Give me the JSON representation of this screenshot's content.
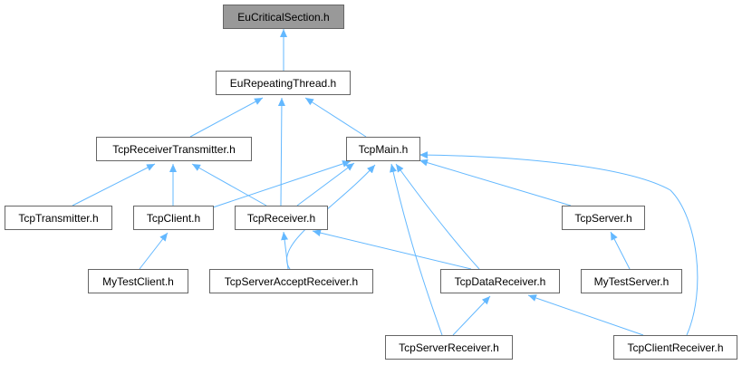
{
  "graph": {
    "edge_color": "#63b8ff",
    "root_fill": "#999999",
    "node_fill": "#ffffff",
    "node_border": "#666666",
    "nodes": [
      {
        "id": "eucs",
        "label": "EuCriticalSection.h",
        "root": true
      },
      {
        "id": "eurt",
        "label": "EuRepeatingThread.h"
      },
      {
        "id": "tcprt",
        "label": "TcpReceiverTransmitter.h"
      },
      {
        "id": "tcpm",
        "label": "TcpMain.h"
      },
      {
        "id": "tcpt",
        "label": "TcpTransmitter.h"
      },
      {
        "id": "tcpc",
        "label": "TcpClient.h"
      },
      {
        "id": "tcpr",
        "label": "TcpReceiver.h"
      },
      {
        "id": "tcps",
        "label": "TcpServer.h"
      },
      {
        "id": "mtc",
        "label": "MyTestClient.h"
      },
      {
        "id": "tsar",
        "label": "TcpServerAcceptReceiver.h"
      },
      {
        "id": "tdr",
        "label": "TcpDataReceiver.h"
      },
      {
        "id": "mts",
        "label": "MyTestServer.h"
      },
      {
        "id": "tsr",
        "label": "TcpServerReceiver.h"
      },
      {
        "id": "tcr",
        "label": "TcpClientReceiver.h"
      }
    ],
    "edges": [
      {
        "from": "eurt",
        "to": "eucs"
      },
      {
        "from": "tcprt",
        "to": "eurt"
      },
      {
        "from": "tcpr",
        "to": "eurt"
      },
      {
        "from": "tcpm",
        "to": "eurt"
      },
      {
        "from": "tcpt",
        "to": "tcprt"
      },
      {
        "from": "tcpc",
        "to": "tcprt"
      },
      {
        "from": "tcpr",
        "to": "tcprt"
      },
      {
        "from": "tcpc",
        "to": "tcpm"
      },
      {
        "from": "tcpr",
        "to": "tcpm"
      },
      {
        "from": "tsar",
        "to": "tcpm"
      },
      {
        "from": "tsr",
        "to": "tcpm"
      },
      {
        "from": "tdr",
        "to": "tcpm"
      },
      {
        "from": "tcps",
        "to": "tcpm"
      },
      {
        "from": "tcr",
        "to": "tcpm"
      },
      {
        "from": "mtc",
        "to": "tcpc"
      },
      {
        "from": "tsar",
        "to": "tcpr"
      },
      {
        "from": "tdr",
        "to": "tcpr"
      },
      {
        "from": "mts",
        "to": "tcps"
      },
      {
        "from": "tsr",
        "to": "tdr"
      },
      {
        "from": "tcr",
        "to": "tdr"
      }
    ]
  }
}
